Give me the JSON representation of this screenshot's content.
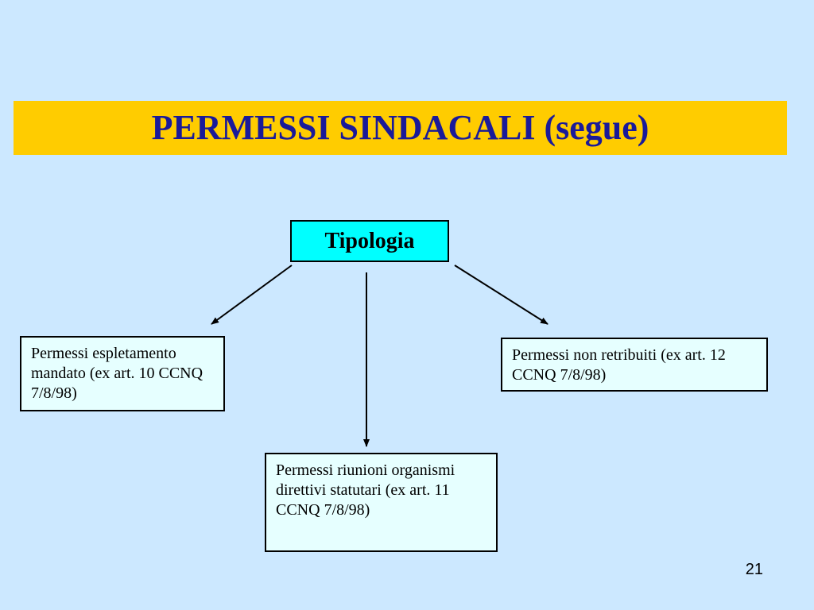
{
  "title": "PERMESSI SINDACALI (segue)",
  "root": {
    "label": "Tipologia"
  },
  "children": {
    "left": "Permessi espletamento mandato (ex art. 10 CCNQ 7/8/98)",
    "right": "Permessi non retribuiti (ex art. 12 CCNQ 7/8/98)",
    "bottom": "Permessi riunioni organismi direttivi statutari (ex art. 11 CCNQ 7/8/98)"
  },
  "slide_number": "21",
  "colors": {
    "background": "#cce8ff",
    "title_bar": "#ffcc00",
    "title_text": "#1a1a99",
    "root_fill": "#00ffff",
    "leaf_fill": "#e6ffff"
  }
}
